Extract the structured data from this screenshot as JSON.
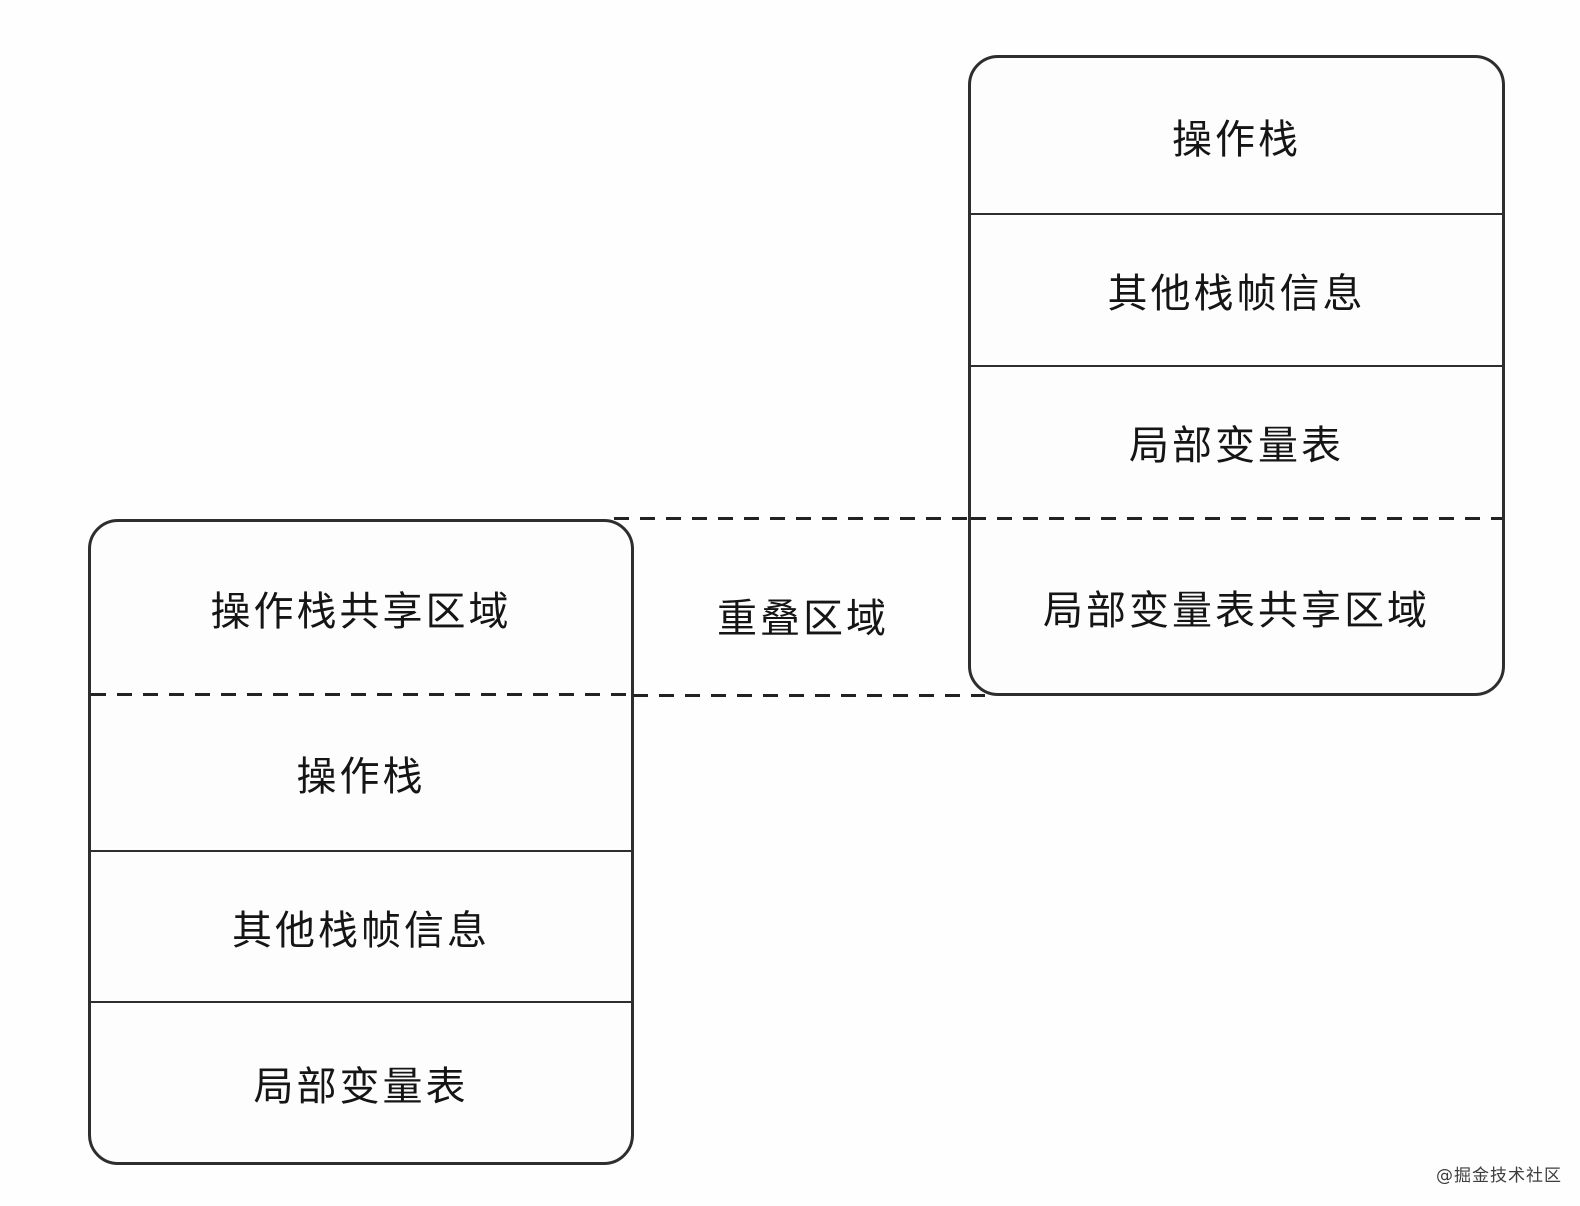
{
  "page": {
    "background_color": "#fefefe",
    "line_color": "#2e2e2e",
    "text_color": "#151515"
  },
  "right_frame": {
    "sections": [
      {
        "label": "操作栈"
      },
      {
        "label": "其他栈帧信息"
      },
      {
        "label": "局部变量表"
      },
      {
        "label": "局部变量表共享区域"
      }
    ]
  },
  "left_frame": {
    "sections": [
      {
        "label": "操作栈共享区域"
      },
      {
        "label": "操作栈"
      },
      {
        "label": "其他栈帧信息"
      },
      {
        "label": "局部变量表"
      }
    ]
  },
  "overlap_label": "重叠区域",
  "watermark": "@掘金技术社区"
}
